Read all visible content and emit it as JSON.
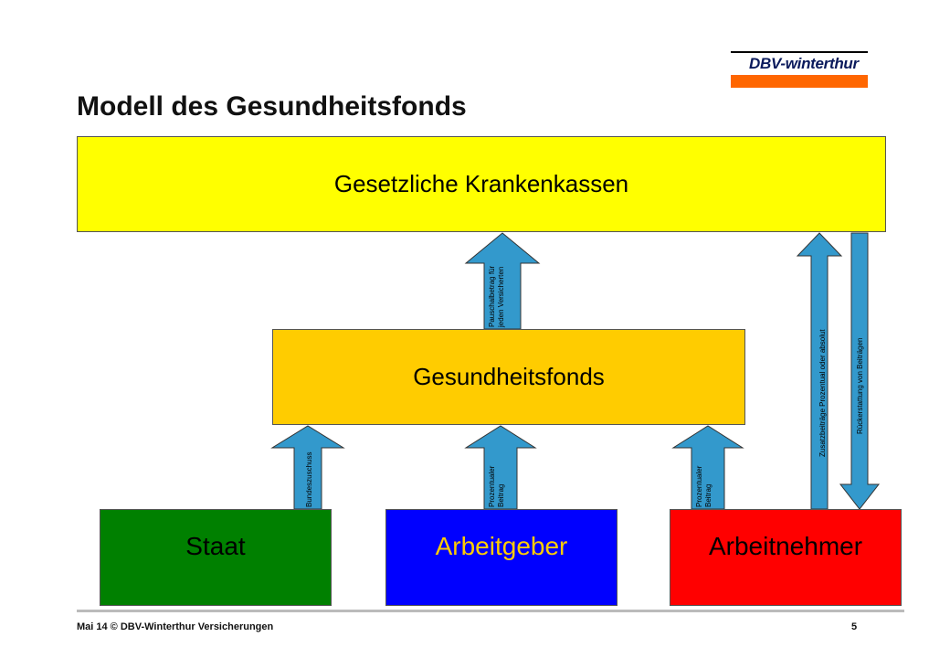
{
  "logo": {
    "text": "DBV-winterthur",
    "accent_color": "#ff6600"
  },
  "slide": {
    "title": "Modell des Gesundheitsfonds"
  },
  "boxes": {
    "kassen": "Gesetzliche Krankenkassen",
    "fonds": "Gesundheitsfonds",
    "staat": "Staat",
    "arbeitgeber": "Arbeitgeber",
    "arbeitnehmer": "Arbeitnehmer"
  },
  "arrows": {
    "fonds_to_kassen": [
      "Pauschalbetrag für",
      "jeden Versicherten"
    ],
    "staat_to_fonds": "Bundeszuschuss",
    "arbeitgeber_to_fonds": [
      "Prozentualer",
      "Beitrag"
    ],
    "arbeitnehmer_to_fonds": [
      "Prozentualer",
      "Beitrag"
    ],
    "arbeitnehmer_to_kassen": "Zusatzbeiträge Prozentual oder absolut",
    "kassen_to_arbeitnehmer": "Rückerstattung von Beiträgen"
  },
  "colors": {
    "kassen": "#ffff00",
    "fonds": "#ffcc00",
    "staat": "#008000",
    "arbeitgeber": "#0000ff",
    "arbeitnehmer": "#ff0000",
    "arrow": "#3399cc"
  },
  "footer": {
    "text": "Mai 14  © DBV-Winterthur Versicherungen",
    "page": "5"
  }
}
